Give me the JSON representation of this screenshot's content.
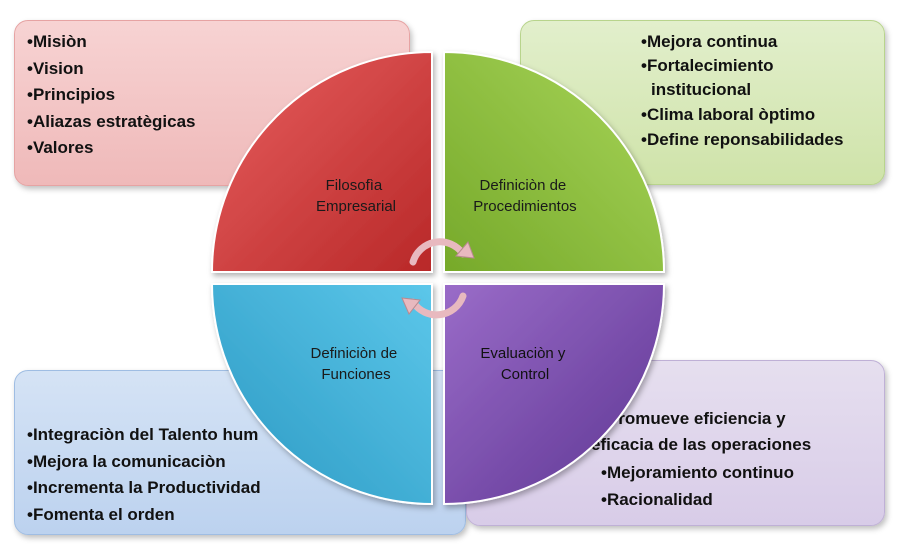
{
  "quadrants": {
    "top_left": {
      "label": [
        "Filosofìa",
        "Empresarial"
      ],
      "color": "#d23a3a",
      "items": [
        "•Misiòn",
        "•Vision",
        "•Principios",
        "•Aliazas estratègicas",
        "•Valores"
      ]
    },
    "top_right": {
      "label": [
        "Definiciòn de",
        "Procedimientos"
      ],
      "color": "#8cbf3a",
      "items": [
        "•Mejora continua",
        "•Fortalecimiento",
        "institucional",
        "•Clima laboral òptimo",
        "•Define reponsabilidades"
      ]
    },
    "bottom_left": {
      "label": [
        "Definiciòn de",
        "Funciones"
      ],
      "color": "#35b2d8",
      "items": [
        "•Integraciòn del Talento hum",
        "•Mejora la comunicaciòn",
        "•Incrementa la Productividad",
        "•Fomenta el orden"
      ]
    },
    "bottom_right": {
      "label": [
        "Evaluaciòn  y",
        "Control"
      ],
      "color": "#7d4fad",
      "items": [
        "•Promueve eficiencia y",
        "eficacia de las operaciones",
        "•Mejoramiento  continuo",
        "•Racionalidad"
      ]
    }
  },
  "colors": {
    "arrow": "#e8b9bf"
  }
}
